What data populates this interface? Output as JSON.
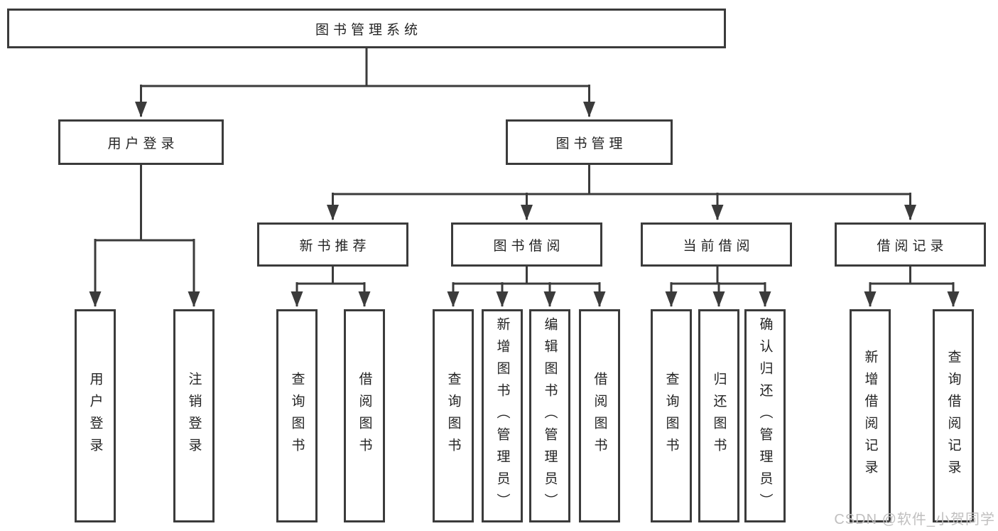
{
  "page": {
    "background": "#ffffff",
    "line_color": "#3b3b3b",
    "text_color": "#242424",
    "watermark_color": "#c0bfbf"
  },
  "watermark": {
    "text": "CSDN @软件_小贺同学"
  },
  "tree": {
    "root": {
      "label": "图书管理系统",
      "children": [
        {
          "label": "用户登录",
          "children": [
            {
              "label": "用户登录"
            },
            {
              "label": "注销登录"
            }
          ]
        },
        {
          "label": "图书管理",
          "children": [
            {
              "label": "新书推荐",
              "children": [
                {
                  "label": "查询图书"
                },
                {
                  "label": "借阅图书"
                }
              ]
            },
            {
              "label": "图书借阅",
              "children": [
                {
                  "label": "查询图书"
                },
                {
                  "label": "新增图书（管理员）"
                },
                {
                  "label": "编辑图书（管理员）"
                },
                {
                  "label": "借阅图书"
                }
              ]
            },
            {
              "label": "当前借阅",
              "children": [
                {
                  "label": "查询图书"
                },
                {
                  "label": "归还图书"
                },
                {
                  "label": "确认归还（管理员）"
                }
              ]
            },
            {
              "label": "借阅记录",
              "children": [
                {
                  "label": "新增借阅记录"
                },
                {
                  "label": "查询借阅记录"
                }
              ]
            }
          ]
        }
      ]
    }
  }
}
